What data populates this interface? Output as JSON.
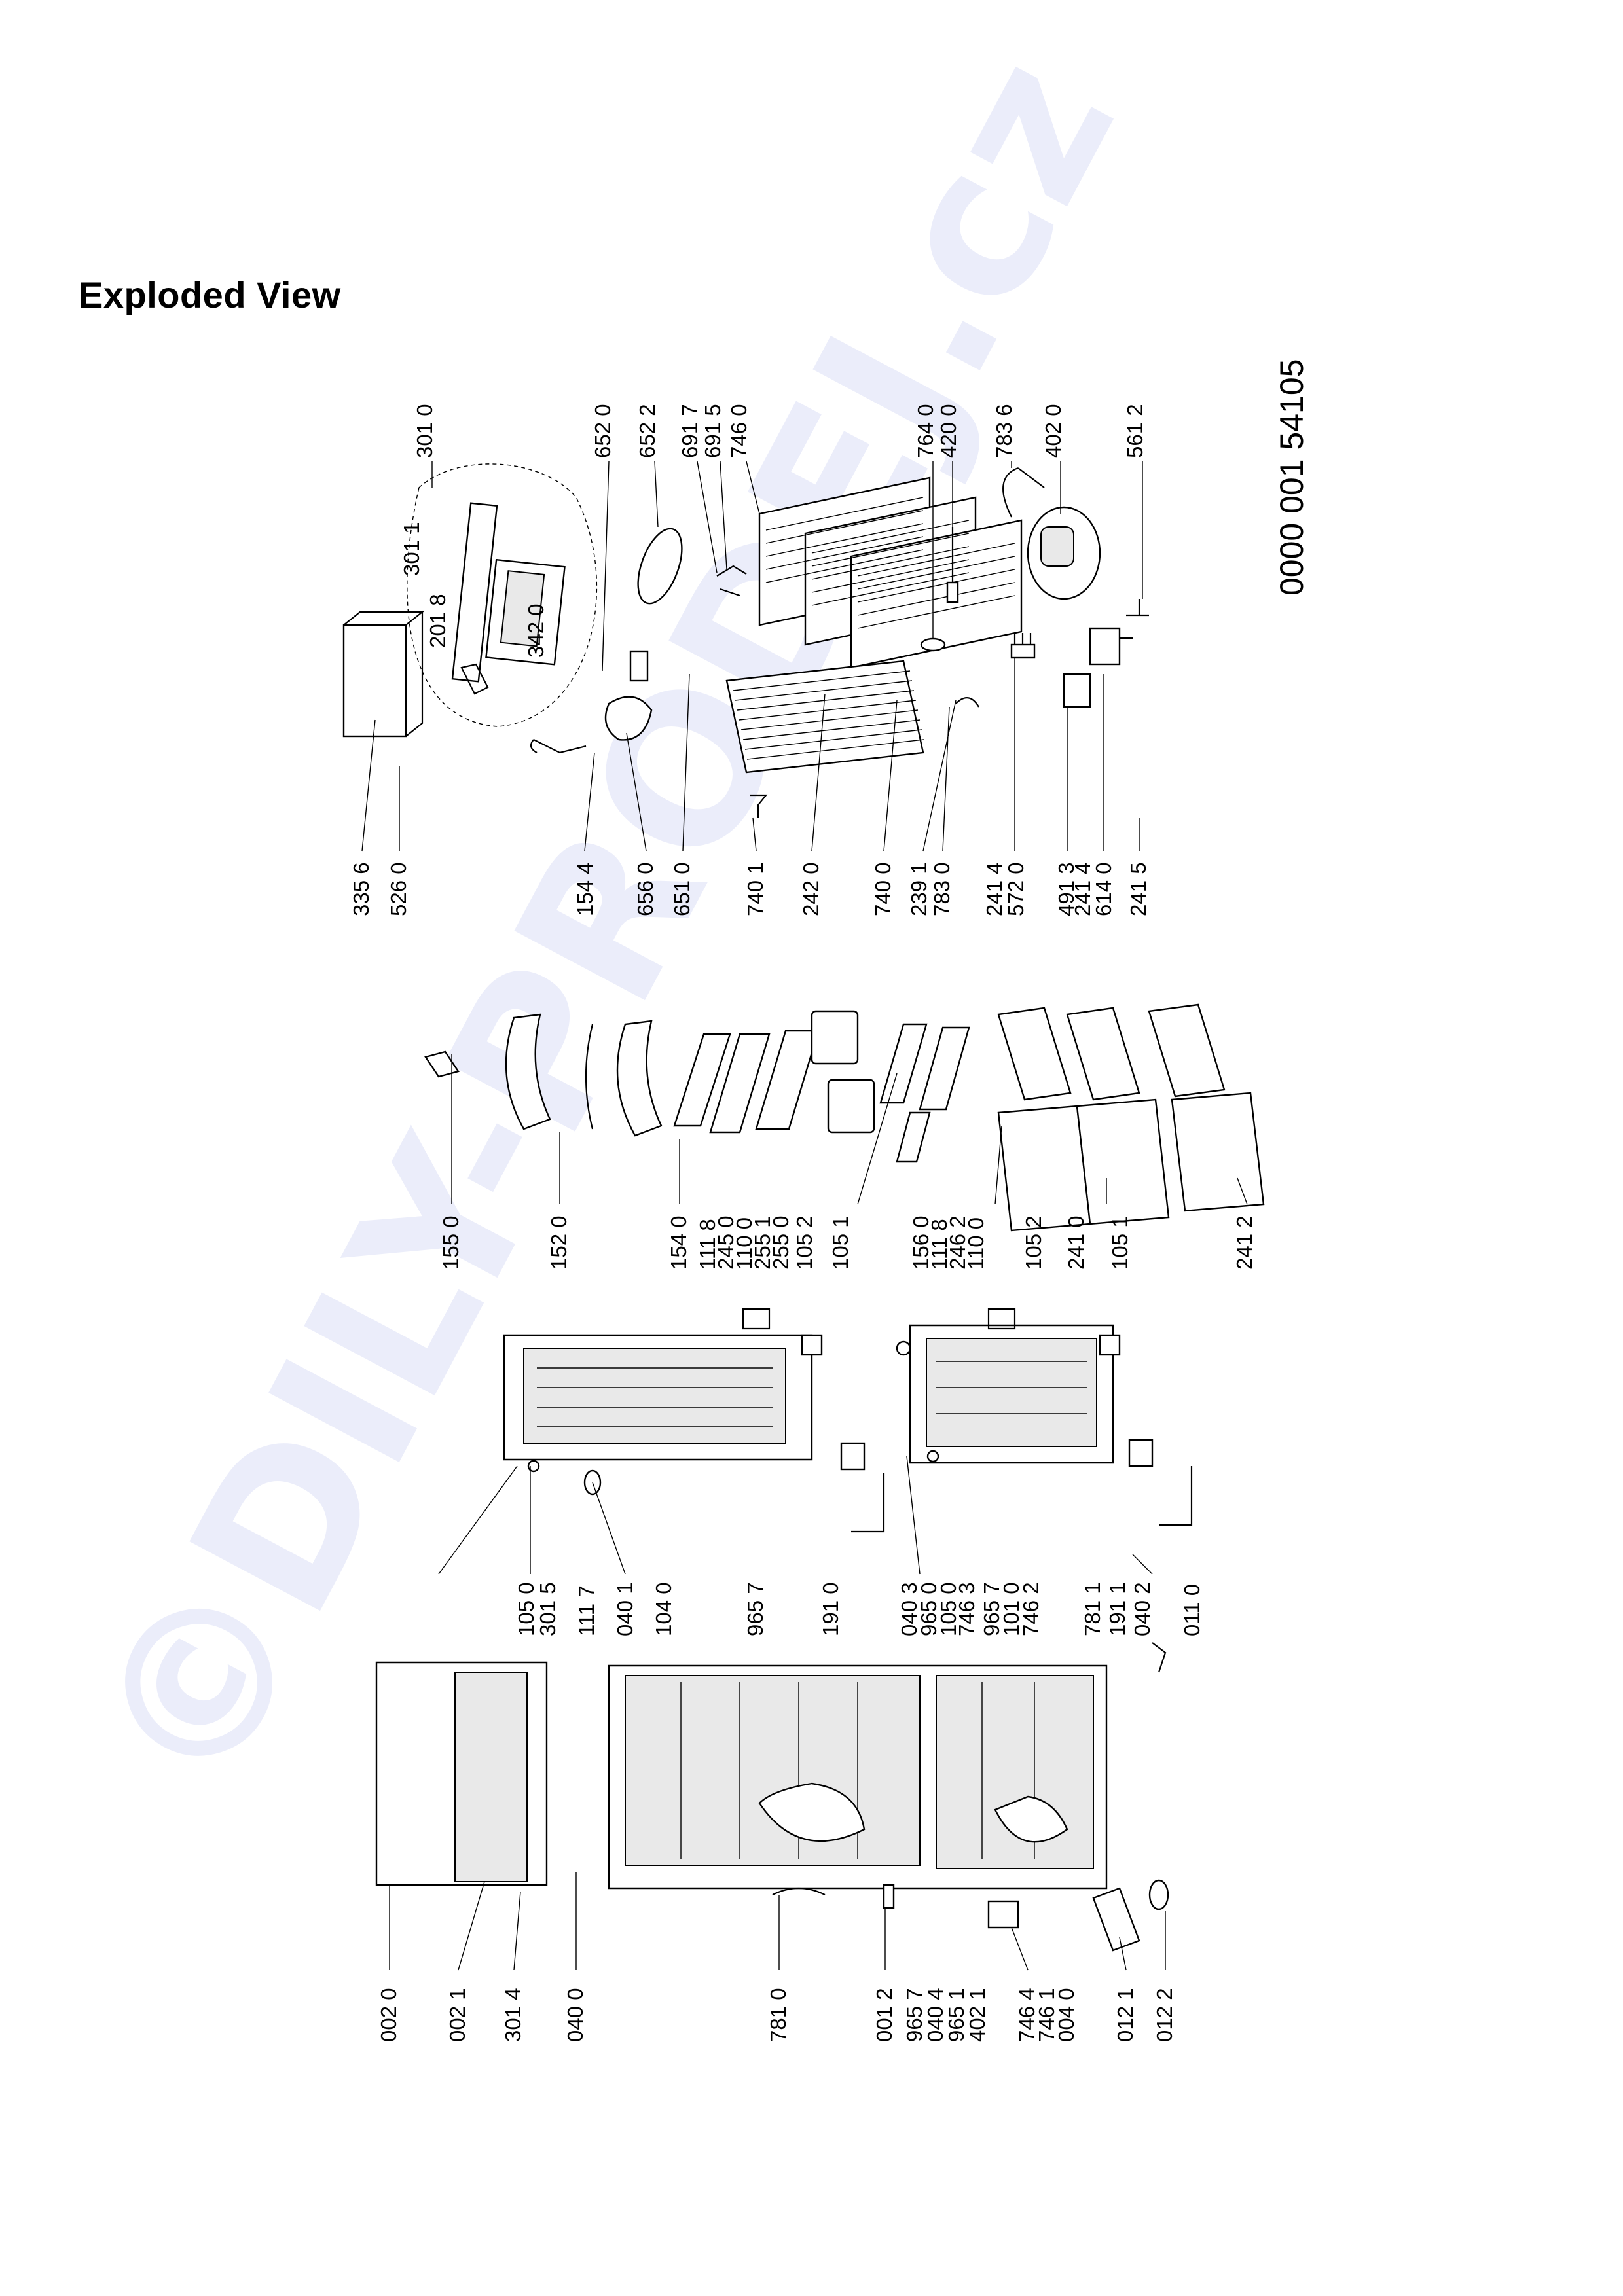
{
  "title": "Exploded View",
  "doc_code": "0000 001 54105",
  "watermark": "©DILY-PRODEJ.cz",
  "labels": {
    "top": [
      "301 0",
      "652 0",
      "652 2",
      "691 7",
      "691 5",
      "746 0",
      "764 0",
      "420 0",
      "783 6",
      "402 0",
      "561 2"
    ],
    "kit": [
      "301 1",
      "201 8",
      "342 0"
    ],
    "upper": [
      "335 6",
      "526 0",
      "154 4",
      "656 0",
      "651 0",
      "740 1",
      "242 0",
      "740 0",
      "239 1",
      "783 0",
      "241 4",
      "572 0",
      "491 3",
      "241 4",
      "614 0",
      "241 5"
    ],
    "middle": [
      "155 0",
      "152 0",
      "154 0",
      "111 8",
      "245 0",
      "110 0",
      "255 1",
      "255 0",
      "105 2",
      "105 1",
      "156 0",
      "111 8",
      "246 2",
      "110 0",
      "105 2",
      "241 0",
      "105 1",
      "241 2"
    ],
    "lower": [
      "105 0",
      "301 5",
      "111 7",
      "040 1",
      "104 0",
      "965 7",
      "191 0",
      "040 3",
      "965 0",
      "105 0",
      "746 3",
      "965 7",
      "101 0",
      "746 2",
      "781 1",
      "191 1",
      "040 2",
      "011 0"
    ],
    "bottom": [
      "002 0",
      "002 1",
      "301 4",
      "040 0",
      "781 0",
      "001 2",
      "965 7",
      "040 4",
      "965 1",
      "402 1",
      "746 4",
      "746 1",
      "004 0",
      "012 1",
      "012 2"
    ]
  }
}
